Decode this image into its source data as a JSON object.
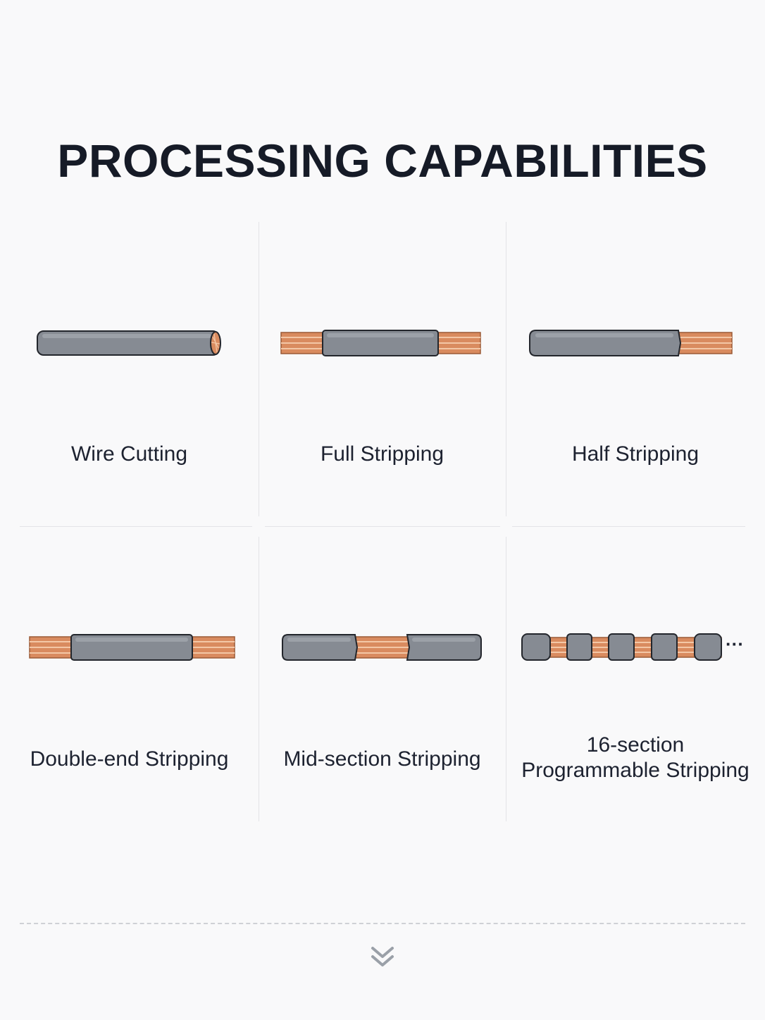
{
  "header": {
    "title": "PROCESSING CAPABILITIES"
  },
  "colors": {
    "insulation": "#868b93",
    "insulation_stroke": "#23262c",
    "copper": "#d98b5f",
    "copper_highlight": "#f3c7a6",
    "divider": "#e3e4e7",
    "chevron": "#9aa0a8"
  },
  "capabilities": [
    {
      "label": "Wire Cutting",
      "icon": "wire-cut-icon"
    },
    {
      "label": "Full Stripping",
      "icon": "wire-full-strip-icon"
    },
    {
      "label": "Half Stripping",
      "icon": "wire-half-strip-icon"
    },
    {
      "label": "Double-end Stripping",
      "icon": "wire-double-end-strip-icon"
    },
    {
      "label": "Mid-section Stripping",
      "icon": "wire-mid-section-strip-icon"
    },
    {
      "label_line1": "16-section",
      "label_line2": "Programmable Stripping",
      "icon": "wire-multi-section-strip-icon",
      "continuation": "···"
    }
  ],
  "footer": {
    "icon": "double-chevron-down-icon"
  }
}
